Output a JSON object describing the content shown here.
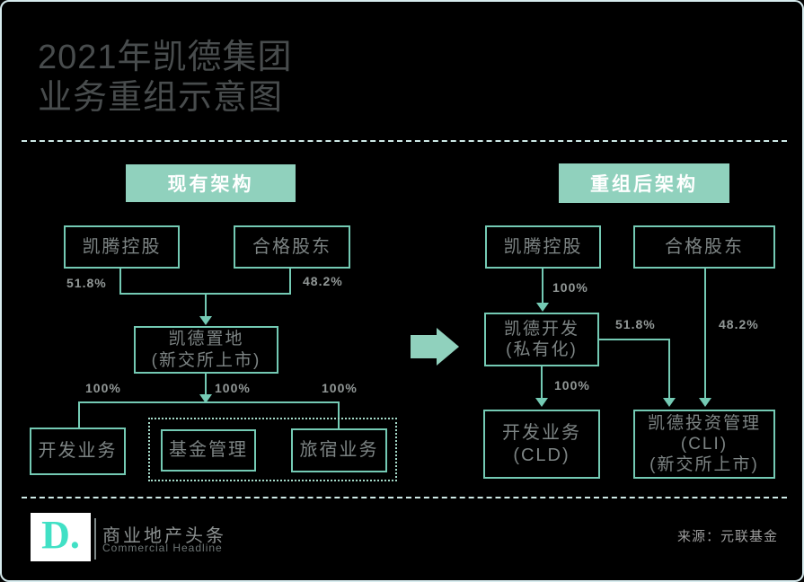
{
  "page": {
    "title_line1": "2021年凯德集团",
    "title_line2": "业务重组示意图",
    "source": "来源：元联基金"
  },
  "colors": {
    "background": "#000000",
    "accent_fill": "#90d1bd",
    "accent_line": "#74cab4",
    "logo_teal": "#41e0c5",
    "dash_line": "#cfeae7",
    "node_text": "#7d8484",
    "title_text": "#484c4d"
  },
  "left_panel": {
    "header": "现有架构",
    "kaiteng": "凯腾控股",
    "hege": "合格股东",
    "pct_518": "51.8%",
    "pct_482": "48.2%",
    "zhidi_line1": "凯德置地",
    "zhidi_line2": "(新交所上市)",
    "pct_100_left": "100%",
    "pct_100_center": "100%",
    "pct_100_right": "100%",
    "kaifa": "开发业务",
    "jijin": "基金管理",
    "lvsu": "旅宿业务"
  },
  "right_panel": {
    "header": "重组后架构",
    "kaiteng": "凯腾控股",
    "hege": "合格股东",
    "pct_100_top": "100%",
    "kaide_kaifa_line1": "凯德开发",
    "kaide_kaifa_line2": "(私有化)",
    "pct_518": "51.8%",
    "pct_482": "48.2%",
    "pct_100_mid": "100%",
    "cld_line1": "开发业务",
    "cld_line2": "(CLD)",
    "cli_line1": "凯德投资管理",
    "cli_line2": "(CLI)",
    "cli_line3": "(新交所上市)"
  },
  "footer": {
    "logo": "D.",
    "brand_cn": "商业地产头条",
    "brand_en": "Commercial Headline"
  }
}
